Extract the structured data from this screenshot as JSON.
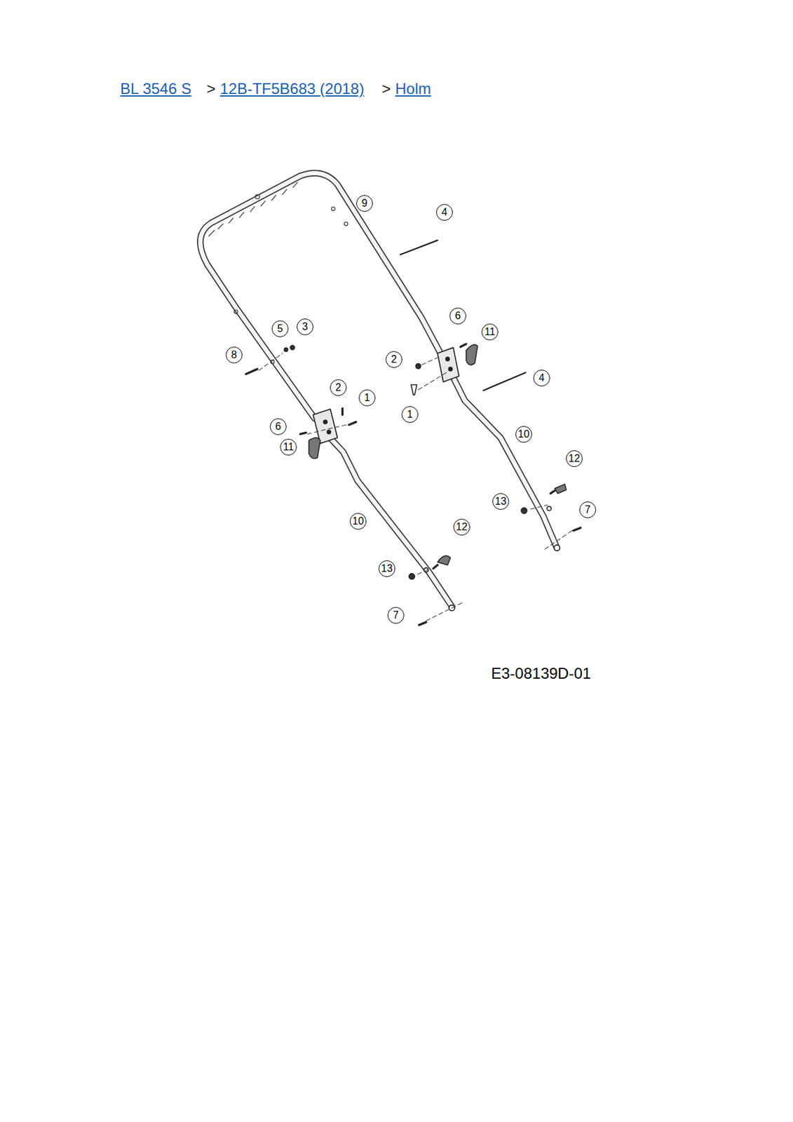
{
  "diagram": {
    "labels": [
      "BL 3546 S",
      ">",
      "12B-TF5B683 (2018)",
      ">",
      "Holm",
      "9",
      "4",
      "5",
      "3",
      "8",
      "6",
      "11",
      "2",
      "1",
      "4",
      "2",
      "1",
      "6",
      "11",
      "10",
      "12",
      "13",
      "7",
      "10",
      "12",
      "13",
      "7",
      "E3-08139D-01"
    ]
  }
}
